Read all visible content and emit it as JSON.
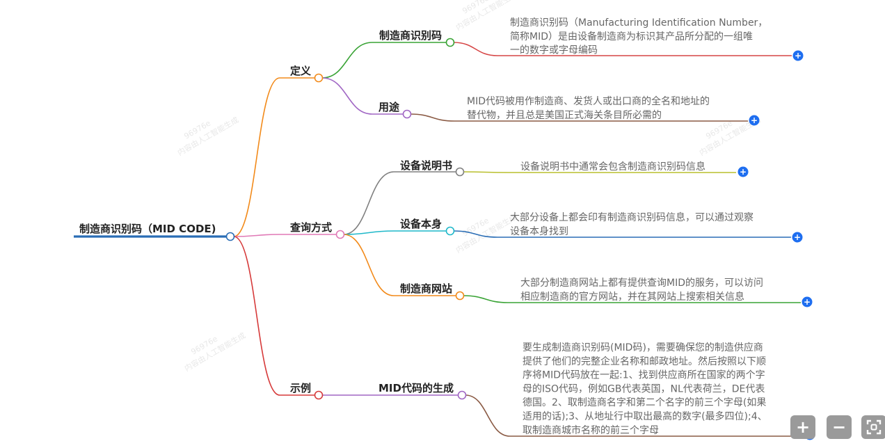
{
  "mindmap": {
    "root": {
      "label": "制造商识别码（MID CODE)",
      "color": "#2a6db5"
    },
    "branches": [
      {
        "id": "definition",
        "label": "定义",
        "color": "#f28a1a",
        "children": [
          {
            "id": "def-mid",
            "label": "制造商识别码",
            "color": "#39a335",
            "leaf_color": "#d64545",
            "leaf_lines": [
              "制造商识别码（Manufacturing Identification Number，",
              "简称MID）是由设备制造商为标识其产品所分配的一组唯",
              "一的数字或字母编码"
            ]
          },
          {
            "id": "def-use",
            "label": "用途",
            "color": "#a066c4",
            "leaf_color": "#8a5a44",
            "leaf_lines": [
              "MID代码被用作制造商、发货人或出口商的全名和地址的",
              "替代物，并且总是美国正式海关条目所必需的"
            ]
          }
        ]
      },
      {
        "id": "lookup",
        "label": "查询方式",
        "color": "#e079b6",
        "children": [
          {
            "id": "lookup-manual",
            "label": "设备说明书",
            "color": "#7f7f7f",
            "leaf_color": "#b9bf2d",
            "leaf_lines": [
              "设备说明书中通常会包含制造商识别码信息"
            ]
          },
          {
            "id": "lookup-device",
            "label": "设备本身",
            "color": "#1fb8c9",
            "leaf_color": "#2a6db5",
            "leaf_lines": [
              "大部分设备上都会印有制造商识别码信息，可以通过观察",
              "设备本身找到"
            ]
          },
          {
            "id": "lookup-website",
            "label": "制造商网站",
            "color": "#f28a1a",
            "leaf_color": "#39a335",
            "leaf_lines": [
              "大部分制造商网站上都有提供查询MID的服务，可以访问",
              "相应制造商的官方网站，并在其网站上搜索相关信息"
            ]
          }
        ]
      },
      {
        "id": "example",
        "label": "示例",
        "color": "#d63a3a",
        "children": [
          {
            "id": "example-gen",
            "label": "MID代码的生成",
            "color": "#a066c4",
            "leaf_color": "#8a5a44",
            "leaf_lines": [
              "要生成制造商识别码(MID码)，需要确保您的制造供应商",
              "提供了他们的完整企业名称和邮政地址。然后按照以下顺",
              "序将MID代码放在一起:1、找到供应商所在国家的两个字",
              "母的ISO代码，例如GB代表英国，NL代表荷兰，DE代表",
              "德国。2、取制造商名字和第二个名字的前三个字母(如果",
              "适用的话);3、从地址行中取出最高的数字(最多四位);4、",
              "取制造商城市名称的前三个字母"
            ]
          }
        ]
      }
    ]
  },
  "controls": {
    "zoom_in": "+",
    "zoom_out": "−",
    "fit": "⛶",
    "expand": "+"
  },
  "watermark": {
    "text_line1": "96976e",
    "text_line2": "内容由人工智能生成"
  }
}
